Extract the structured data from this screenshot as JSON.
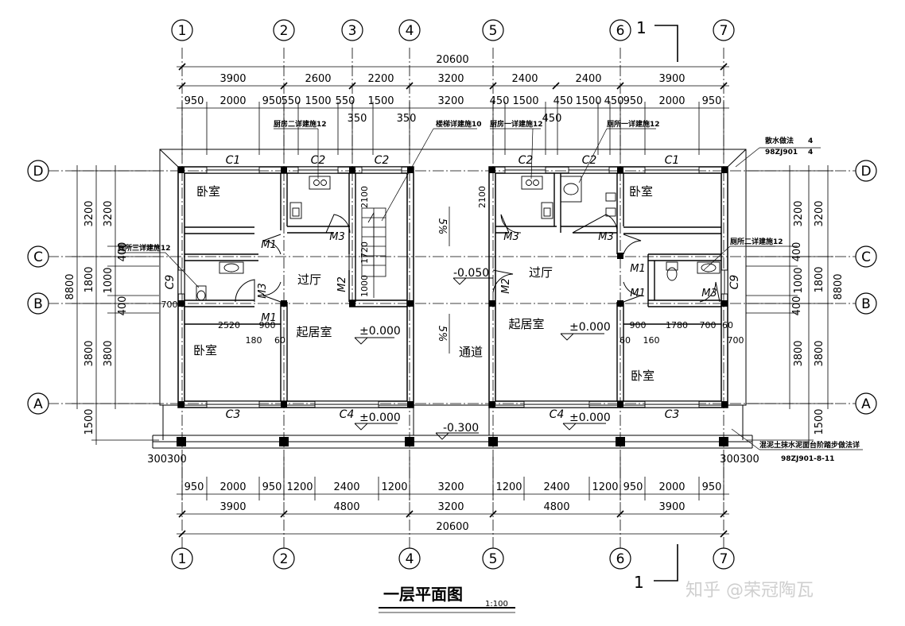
{
  "title": "一层平面图",
  "scale": "1:100",
  "watermark": "知乎 @荣冠陶瓦",
  "section": {
    "number": "1"
  },
  "axes": {
    "top": [
      "1",
      "2",
      "3",
      "4",
      "5",
      "6",
      "7"
    ],
    "bottom": [
      "1",
      "2",
      "4",
      "5",
      "6",
      "7"
    ],
    "left": [
      "D",
      "C",
      "B",
      "A"
    ],
    "right": [
      "D",
      "C",
      "B",
      "A"
    ]
  },
  "dims_top": {
    "total": "20600",
    "row1": [
      "3900",
      "2600",
      "2200",
      "3200",
      "2400",
      "2400",
      "3900"
    ],
    "row2": [
      "950",
      "2000",
      "950",
      "550",
      "1500",
      "550",
      "1500",
      "3200",
      "450",
      "1500",
      "450",
      "1500",
      "450",
      "950",
      "2000",
      "950"
    ],
    "extra": [
      "350",
      "350",
      "450"
    ]
  },
  "dims_bottom": {
    "row1": [
      "950",
      "2000",
      "950",
      "1200",
      "2400",
      "1200",
      "3200",
      "1200",
      "2400",
      "1200",
      "950",
      "2000",
      "950"
    ],
    "row2": [
      "3900",
      "4800",
      "3200",
      "4800",
      "3900"
    ],
    "total": "20600",
    "edge_left": "300300",
    "edge_right": "300300"
  },
  "dims_left": {
    "outer": "8800",
    "mid": [
      "3200",
      "1800",
      "3800",
      "1500"
    ],
    "inner": [
      "3200",
      "400",
      "1000",
      "400",
      "3800"
    ]
  },
  "dims_right": {
    "outer": "8800",
    "mid": [
      "3200",
      "1800",
      "3800",
      "1500"
    ],
    "inner": [
      "3200",
      "400",
      "1000",
      "400",
      "3800"
    ]
  },
  "interior_dims": [
    "700",
    "2520",
    "900",
    "180",
    "60",
    "900",
    "1780",
    "700",
    "60",
    "60",
    "160",
    "700",
    "2100",
    "1720",
    "1000",
    "2100"
  ],
  "rooms": {
    "bedroom": "卧室",
    "hall": "过厅",
    "living": "起居室",
    "passage": "通道"
  },
  "doors": [
    "M1",
    "M2",
    "M3"
  ],
  "windows": [
    "C1",
    "C2",
    "C3",
    "C4",
    "C9"
  ],
  "levels": {
    "floor": "±0.000",
    "hall": "-0.050",
    "outside": "-0.300"
  },
  "slope": "5%",
  "notes": {
    "kitchen2": "厨房二详建施12",
    "stair": "楼梯详建施10",
    "kitchen1": "厨房一详建施12",
    "toilet1": "厕所一详建施12",
    "toilet3": "厕所三详建施12",
    "toilet2": "厕所二详建施12",
    "apron": "散水做法",
    "apron_ref": "98ZJ901",
    "apron_num": "4",
    "step": "混泥土抹水泥面台阶踏步做法详",
    "step_ref": "98ZJ901-8-11"
  }
}
